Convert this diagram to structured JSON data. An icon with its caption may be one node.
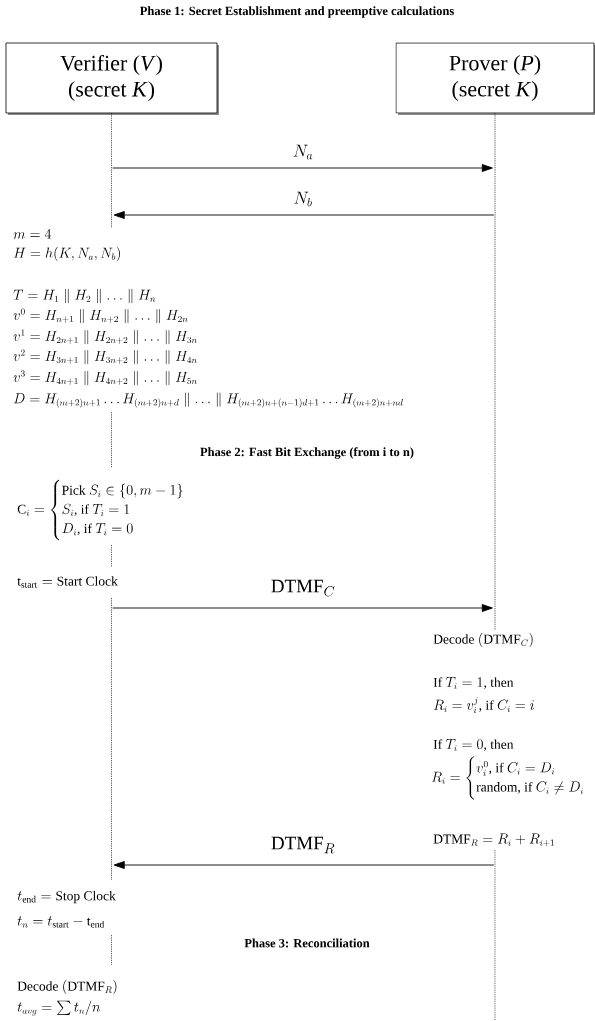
{
  "diagram": {
    "title": "Phase 1: Secret Establishment and preemptive calculations",
    "nodes": [
      {
        "text": [
          "Verifier (*V*)",
          "(secret *K*)"
        ]
      },
      {
        "text": [
          "Prover (*P*)",
          "(secret *K*)"
        ]
      },
      {
        "text": [],
        "shape": "line"
      },
      {
        "text": [],
        "shape": "line"
      }
    ],
    "edges": [
      {
        "from": 2,
        "to": 3,
        "arrow": "to",
        "label": "N_a"
      },
      {
        "from": 3,
        "to": 2,
        "arrow": "to",
        "label": "N_b"
      },
      {
        "from": 2,
        "to": 3,
        "arrow": "to",
        "label": "\\mathrm{DTMF}_C"
      },
      {
        "from": 3,
        "to": 2,
        "arrow": "to",
        "label": "\\mathrm{DTMF}_R"
      }
    ],
    "labels": [
      "m = 4",
      "H = h(K, N_a, N_b)",
      "T = H_1 \\parallel H_2 \\parallel \\ldots \\parallel H_n",
      "v^0 = H_{n+1} \\parallel H_{n+2} \\parallel \\ldots \\parallel H_{2n}",
      "v^1 = H_{2n+1} \\parallel H_{2n+2} \\parallel \\ldots \\parallel H_{3n}",
      "v^2 = H_{3n+1} \\parallel H_{3n+2} \\parallel \\ldots \\parallel H_{4n}",
      "v^3 = H_{4n+1} \\parallel H_{4n+2} \\parallel \\ldots \\parallel H_{5n}",
      "D = H_{(m+2)n+1} \\ldots H_{(m+2)n+d} \\parallel \\ldots \\parallel H_{(m+2)n+(n-1)d+1} \\ldots H_{(m+2)n+nd}",
      "Phase 2: Fast Bit Exchange (from i to n)",
      "\\mathrm{C}_i = \\begin{cases} \\text{Pick } S_i \\in \\{0, m-1\\} \\\\ S_i\\text{, if } T_i = 1 \\\\ D_i\\text{, if } T_i = 0 \\end{cases}",
      "\\mathrm{t_{start}} = \\text{Start Clock}",
      "\\text{Decode }(\\mathrm{DTMF}_C)",
      "\\text{If } T_i = 1\\text{, then}",
      "R_i = v_i^j\\text{, if } C_i = i",
      "\\text{If } T_i = 0\\text{, then}",
      "R_i = \\begin{cases} v_i^0\\text{, if } C_i = D_i \\\\ \\text{random, if } C_i \\neq D_i \\end{cases}",
      "\\mathrm{DTMF}_R = R_i + R_{i+1}",
      "t_{\\mathrm{end}} = \\text{Stop Clock}",
      "t_n = t_{\\mathrm{start}} - \\mathrm{t_{end}}",
      "Phase 3: Reconciliation",
      "\\text{Decode }(\\mathrm{DTMF}_R)",
      "t_{avg} = \\sum t_n / n"
    ]
  }
}
